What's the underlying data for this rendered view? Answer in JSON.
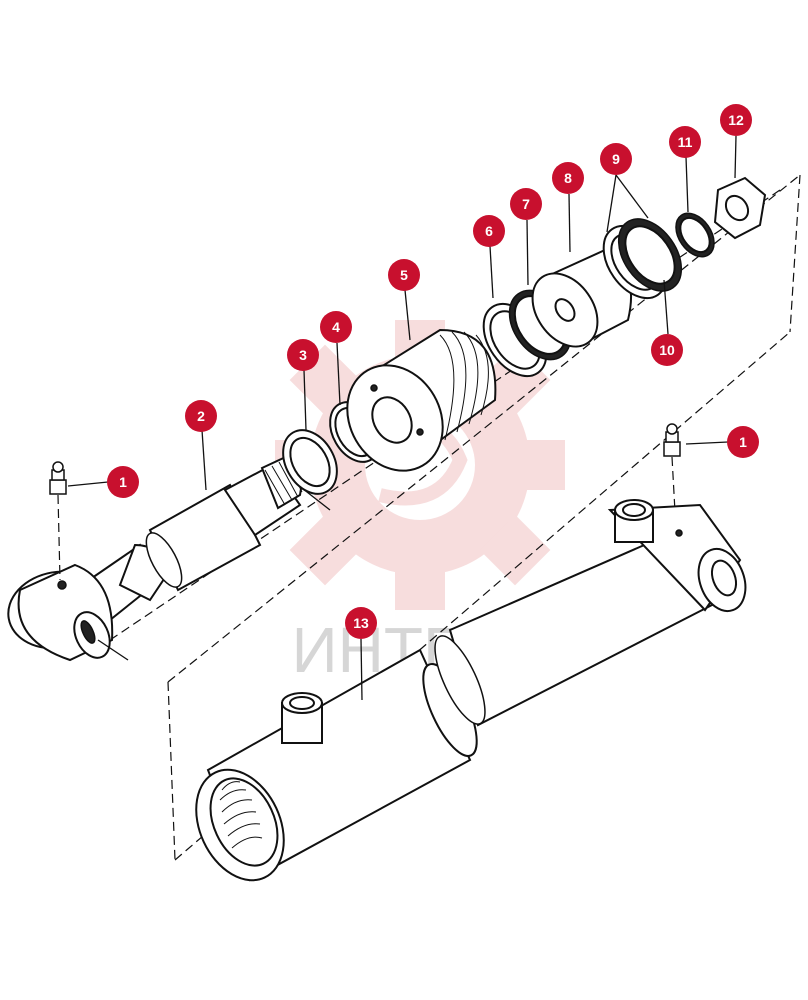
{
  "watermark": {
    "text": "ИНТЕХ",
    "color": "#f2c7c7",
    "text_color": "#d6d6d6"
  },
  "colors": {
    "callout": "#c8102e",
    "callout_text": "#ffffff",
    "line": "#111111"
  },
  "callouts": [
    {
      "id": "c1a",
      "label": "1"
    },
    {
      "id": "c1b",
      "label": "1"
    },
    {
      "id": "c2",
      "label": "2"
    },
    {
      "id": "c3",
      "label": "3"
    },
    {
      "id": "c4",
      "label": "4"
    },
    {
      "id": "c5",
      "label": "5"
    },
    {
      "id": "c6",
      "label": "6"
    },
    {
      "id": "c7",
      "label": "7"
    },
    {
      "id": "c8",
      "label": "8"
    },
    {
      "id": "c9",
      "label": "9"
    },
    {
      "id": "c10",
      "label": "10"
    },
    {
      "id": "c11",
      "label": "11"
    },
    {
      "id": "c12",
      "label": "12"
    },
    {
      "id": "c13",
      "label": "13"
    }
  ]
}
